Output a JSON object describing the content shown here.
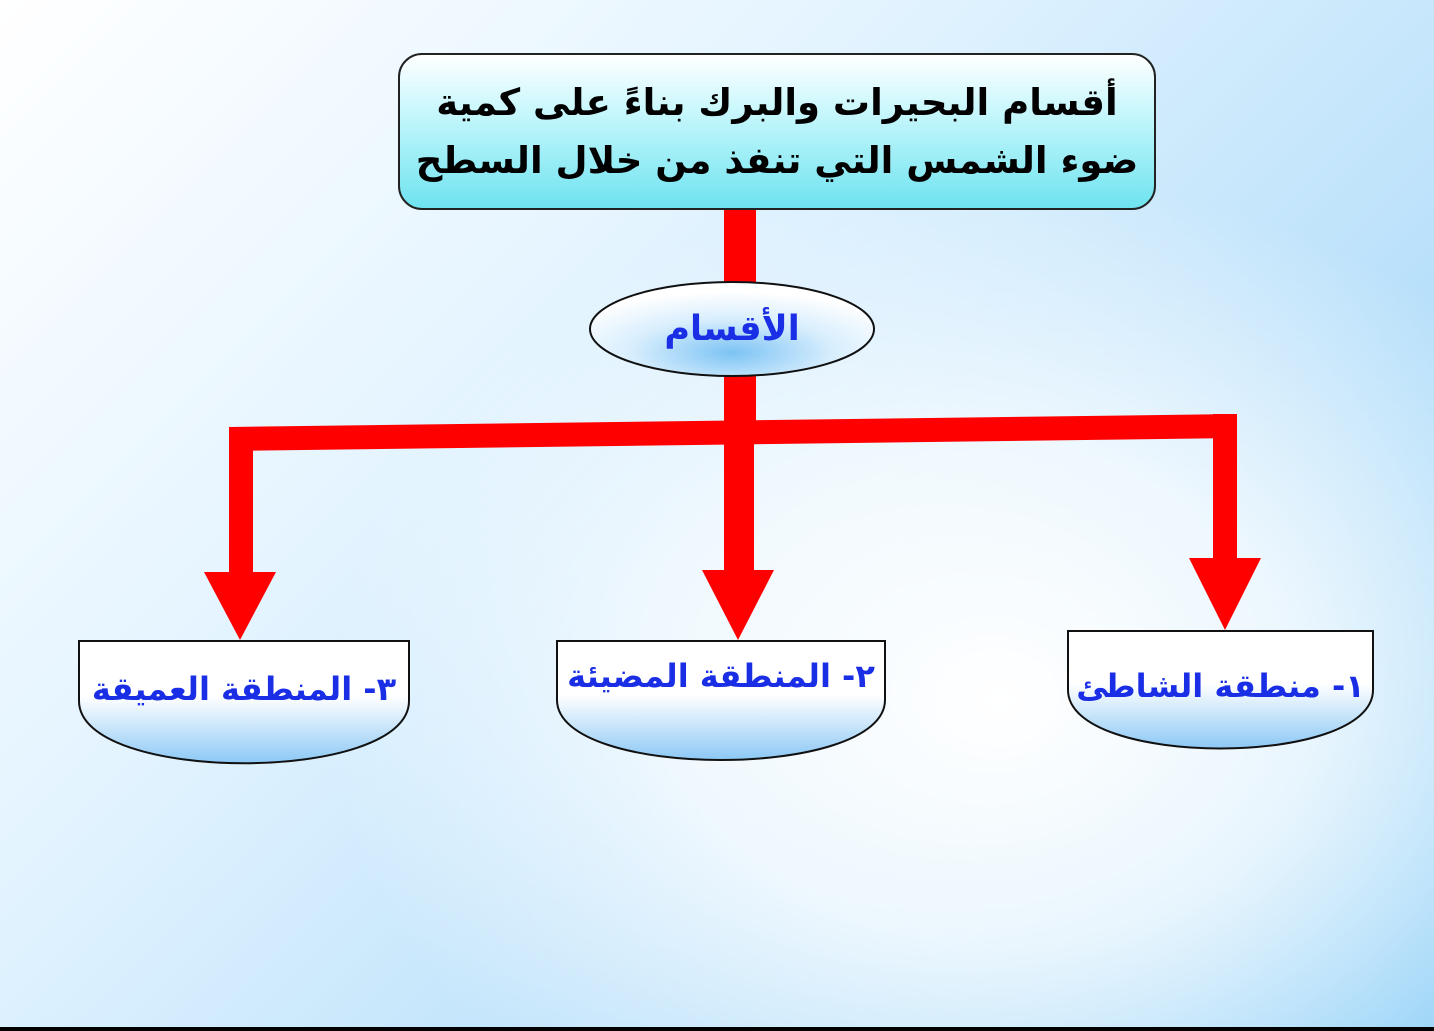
{
  "title": {
    "line1": "أقسام البحيرات والبرك بناءً على كمية",
    "line2": "ضوء الشمس التي تنفذ من خلال السطح"
  },
  "root": {
    "label": "الأقسام"
  },
  "branches": [
    {
      "label": "١- منطقة الشاطئ"
    },
    {
      "label": "٢- المنطقة المضيئة"
    },
    {
      "label": "٣- المنطقة العميقة"
    }
  ],
  "colors": {
    "connector": "#ff0000",
    "label_text": "#1a2ee6",
    "title_box_fill": "#6ee3ef",
    "title_text": "#000000"
  }
}
